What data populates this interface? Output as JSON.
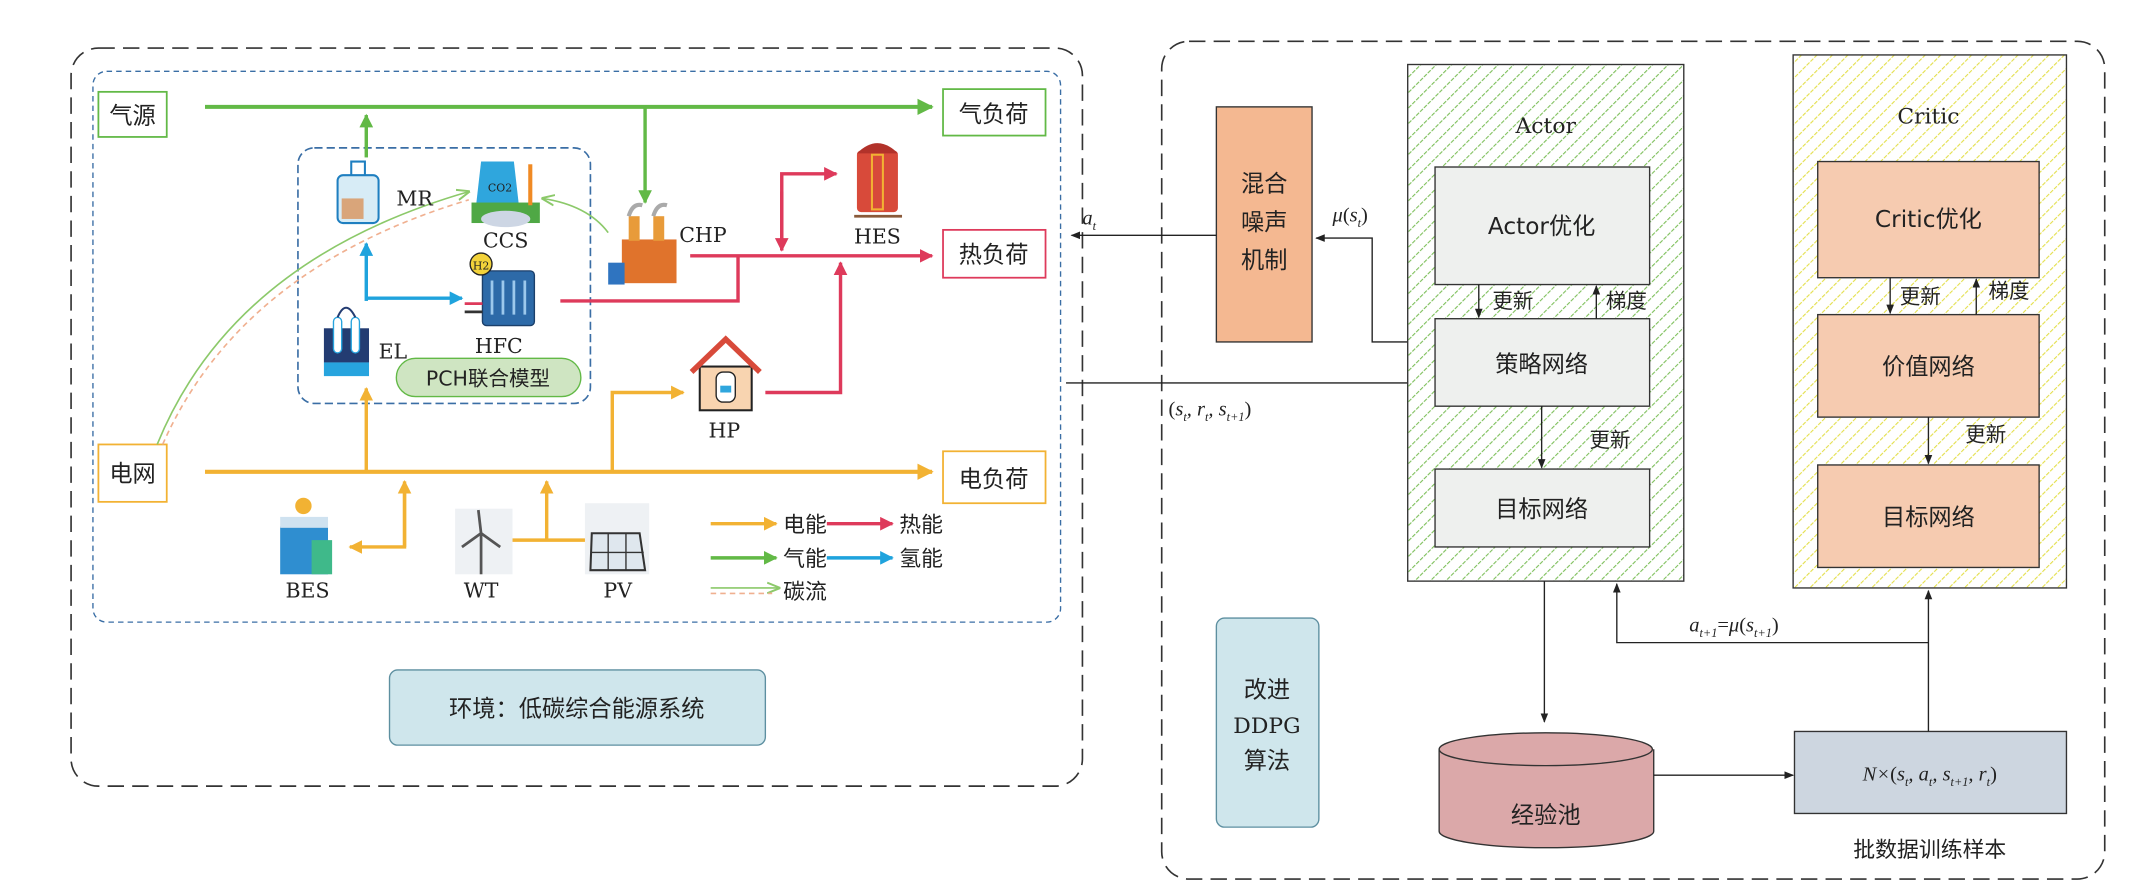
{
  "colors": {
    "electric": "#f2b233",
    "gas": "#62b946",
    "heat": "#de3a5b",
    "hydrogen": "#1fa3dd",
    "carbon": "#8cc96a",
    "noise_box": "#f4b891",
    "actor_box": "#eef0ee",
    "critic_box": "#f6cbb0",
    "pool": "#dba8a9",
    "batch": "#cdd6e0",
    "env_box": "#cfe6ec"
  },
  "environment": {
    "gas_source": "气源",
    "gas_load": "气负荷",
    "heat_load": "热负荷",
    "grid": "电网",
    "elec_load": "电负荷",
    "pch_model": "PCH联合模型",
    "devices": {
      "mr": "MR",
      "ccs": "CCS",
      "chp": "CHP",
      "hes": "HES",
      "hfc": "HFC",
      "el": "EL",
      "hp": "HP",
      "bes": "BES",
      "wt": "WT",
      "pv": "PV"
    },
    "legend": {
      "electric": "电能",
      "heat": "热能",
      "gas": "气能",
      "hydrogen": "氢能",
      "carbon": "碳流"
    },
    "caption": "环境：低碳综合能源系统"
  },
  "agent": {
    "noise_line1": "混合",
    "noise_line2": "噪声",
    "noise_line3": "机制",
    "actor_title": "Actor",
    "actor_opt": "Actor优化",
    "policy_net": "策略网络",
    "actor_target": "目标网络",
    "critic_title": "Critic",
    "critic_opt": "Critic优化",
    "value_net": "价值网络",
    "critic_target": "目标网络",
    "update": "更新",
    "gradient": "梯度",
    "replay_pool": "经验池",
    "batch_caption": "批数据训练样本",
    "algo_line1": "改进",
    "algo_line2": "DDPG",
    "algo_line3": "算法",
    "labels": {
      "action": "a",
      "t": "t",
      "mu": "μ",
      "s": "s",
      "r": "r",
      "t1": "t+1",
      "N": "N×"
    }
  }
}
